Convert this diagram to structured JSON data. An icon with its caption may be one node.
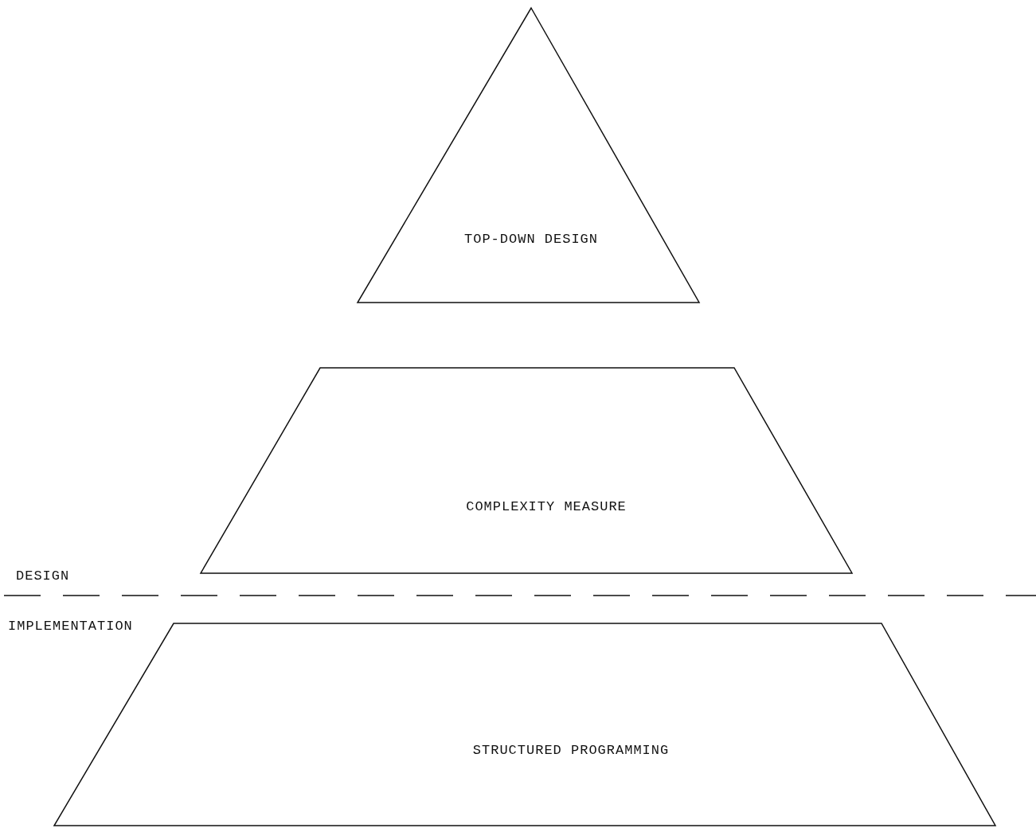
{
  "diagram": {
    "nodes": [
      {
        "text": [
          "TOP-DOWN DESIGN"
        ]
      },
      {
        "text": [
          "COMPLEXITY MEASURE"
        ]
      },
      {
        "text": [
          "STRUCTURED PROGRAMMING"
        ]
      }
    ],
    "labels": [
      "DESIGN",
      "IMPLEMENTATION"
    ]
  }
}
